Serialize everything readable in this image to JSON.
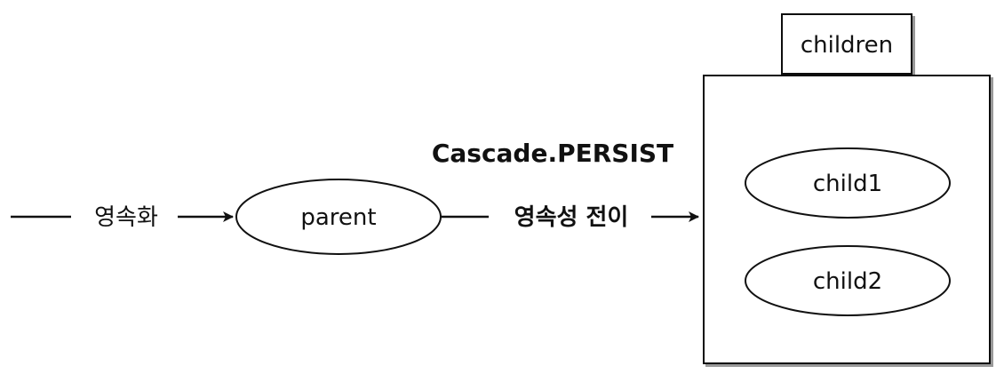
{
  "diagram": {
    "entry_label": "영속화",
    "parent_label": "parent",
    "cascade_label": "Cascade.PERSIST",
    "transition_label": "영속성 전이",
    "collection_label": "children",
    "child1_label": "child1",
    "child2_label": "child2"
  },
  "colors": {
    "stroke": "#111111",
    "background": "#ffffff"
  }
}
